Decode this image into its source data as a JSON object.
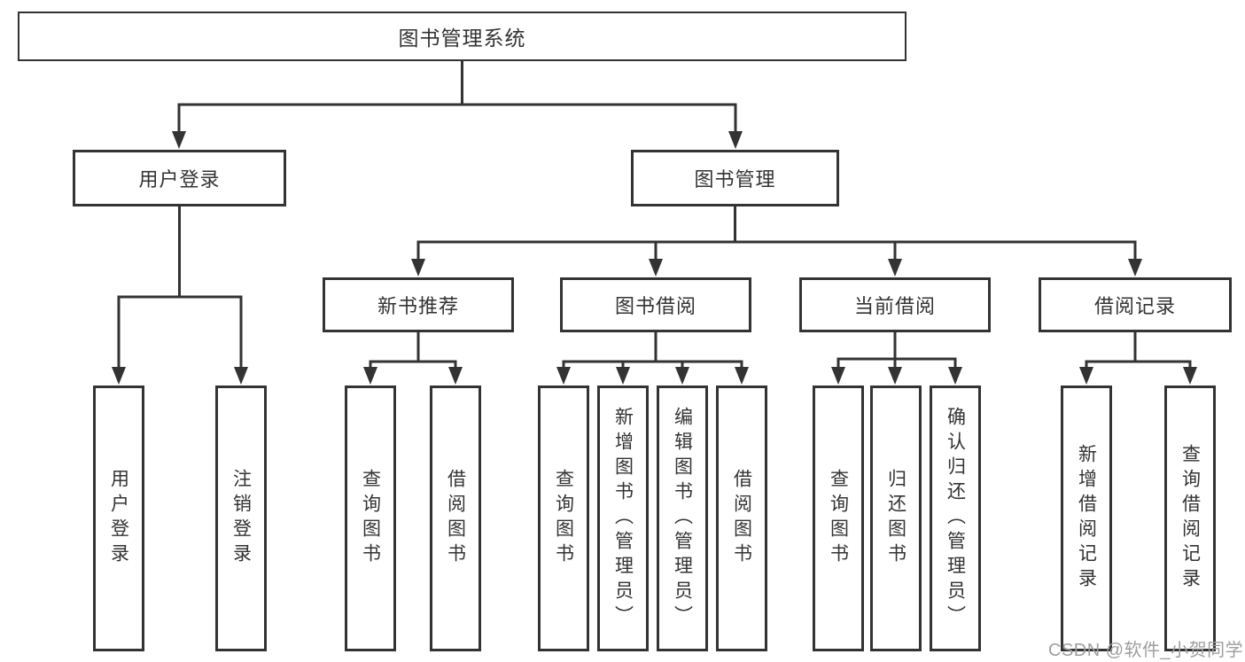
{
  "root": {
    "label": "图书管理系统"
  },
  "level2": [
    {
      "label": "用户登录"
    },
    {
      "label": "图书管理"
    }
  ],
  "level3": [
    {
      "label": "新书推荐"
    },
    {
      "label": "图书借阅"
    },
    {
      "label": "当前借阅"
    },
    {
      "label": "借阅记录"
    }
  ],
  "leaves": {
    "login": [
      {
        "label": "用户登录"
      },
      {
        "label": "注销登录"
      }
    ],
    "recommend": [
      {
        "label": "查询图书"
      },
      {
        "label": "借阅图书"
      }
    ],
    "borrow": [
      {
        "label": "查询图书"
      },
      {
        "label": "新增图书（管理员）"
      },
      {
        "label": "编辑图书（管理员）"
      },
      {
        "label": "借阅图书"
      }
    ],
    "current": [
      {
        "label": "查询图书"
      },
      {
        "label": "归还图书"
      },
      {
        "label": "确认归还（管理员）"
      }
    ],
    "records": [
      {
        "label": "新增借阅记录"
      },
      {
        "label": "查询借阅记录"
      }
    ]
  },
  "watermark": "CSDN @软件_小贺同学",
  "colors": {
    "line": "#333333",
    "text": "#333333",
    "watermark": "#9e9e9e",
    "background": "#ffffff"
  }
}
